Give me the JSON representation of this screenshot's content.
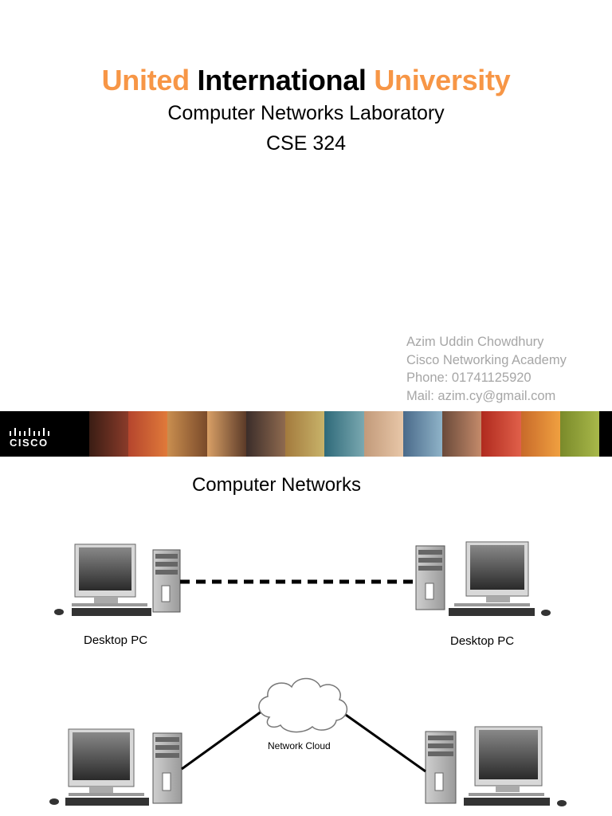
{
  "header": {
    "title_part1": "United",
    "title_part2": "International",
    "title_part3": "University",
    "subtitle": "Computer Networks Laboratory",
    "course_code": "CSE 324",
    "accent_color": "#f79646"
  },
  "contact": {
    "name": "Azim Uddin Chowdhury",
    "org": "Cisco Networking Academy",
    "phone": "Phone: 01741125920",
    "mail": "Mail: azim.cy@gmail.com"
  },
  "banner": {
    "logo_text": "CISCO",
    "logo_icon": "cisco-bridge-icon"
  },
  "section": {
    "title": "Computer Networks"
  },
  "diagram": {
    "pc_left_label": "Desktop PC",
    "pc_right_label": "Desktop PC",
    "cloud_label": "Network Cloud"
  }
}
